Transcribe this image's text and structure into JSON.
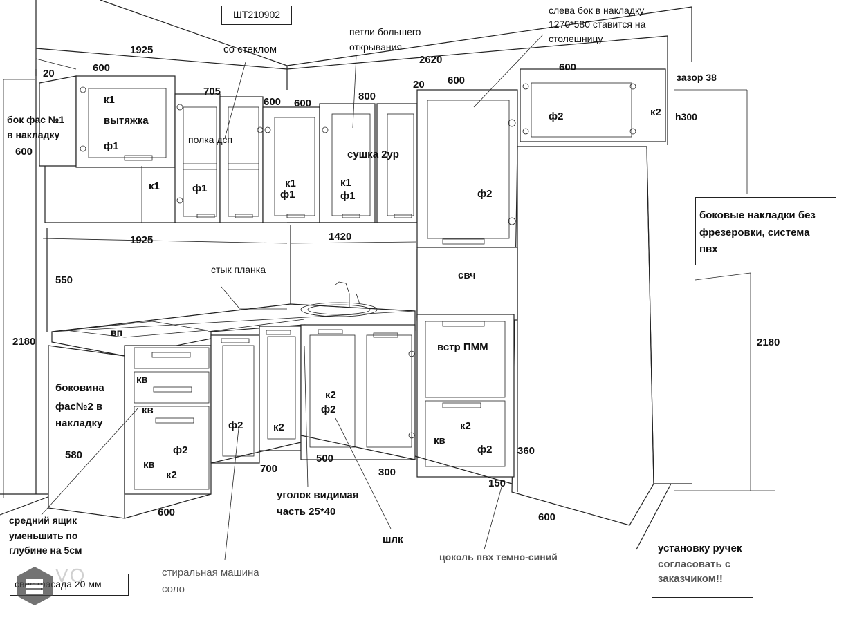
{
  "order_id": "ШТ210902",
  "notes": {
    "left_side": [
      "бок фас №1",
      "в накладку"
    ],
    "glass": "со стеклом",
    "hinges": [
      "петли большего",
      "открывания"
    ],
    "right_side_top": [
      "слева бок в накладку",
      "1270*580 ставится на",
      "столешницу"
    ],
    "gap": "зазор 38",
    "h300": "h300",
    "hood": "вытяжка",
    "shelf": "полка дсп",
    "dryer": "сушка 2ур",
    "side_overlays": [
      "боковые накладки без",
      "фрезеровки, система",
      "пвх"
    ],
    "joint": "стык планка",
    "microwave": "свч",
    "hob": "вп",
    "dishwasher": "встр ПММ",
    "side_panel": [
      "боковина",
      "фас№2 в",
      "накладку"
    ],
    "middle_drawer": [
      "средний ящик",
      "уменьшить по",
      "глубине на 5см"
    ],
    "corner": [
      "уголок видимая",
      "часть 25*40"
    ],
    "washer": [
      "стиральная машина",
      "соло"
    ],
    "shlk": "шлк",
    "plinth": "цоколь пвх темно-синий",
    "handles": [
      "установку ручек",
      "согласовать с",
      "заказчиком!!"
    ],
    "facade_overhang": "свес фасада 20 мм"
  },
  "dims": {
    "d1925_top": "1925",
    "d600_a": "600",
    "d20_a": "20",
    "d705": "705",
    "d600_b": "600",
    "d600_c": "600",
    "d800": "800",
    "d2620": "2620",
    "d20_b": "20",
    "d600_d": "600",
    "d600_e": "600",
    "d600_left": "600",
    "d1925_mid": "1925",
    "d1420": "1420",
    "d550": "550",
    "d2180_left": "2180",
    "d2180_right": "2180",
    "d580": "580",
    "d600_bottom": "600",
    "d700": "700",
    "d500": "500",
    "d300": "300",
    "d150": "150",
    "d360": "360",
    "d600_fridge": "600"
  },
  "codes": {
    "k1_a": "к1",
    "f1_a": "ф1",
    "k1_b": "к1",
    "f1_b": "ф1",
    "k1_c": "к1",
    "f1_c": "ф1",
    "k1_d": "к1",
    "f1_d": "ф1",
    "f2_tall": "ф2",
    "f2_top": "ф2",
    "k2_top": "к2",
    "kv_a": "кв",
    "kv_b": "кв",
    "kv_c": "кв",
    "f2_dr": "ф2",
    "k2_dr": "к2",
    "f2_wash": "ф2",
    "k2_door": "к2",
    "k2_sink": "к2",
    "f2_sink": "ф2",
    "k2_pmm": "к2",
    "kv_pmm": "кв",
    "f2_pmm": "ф2"
  }
}
